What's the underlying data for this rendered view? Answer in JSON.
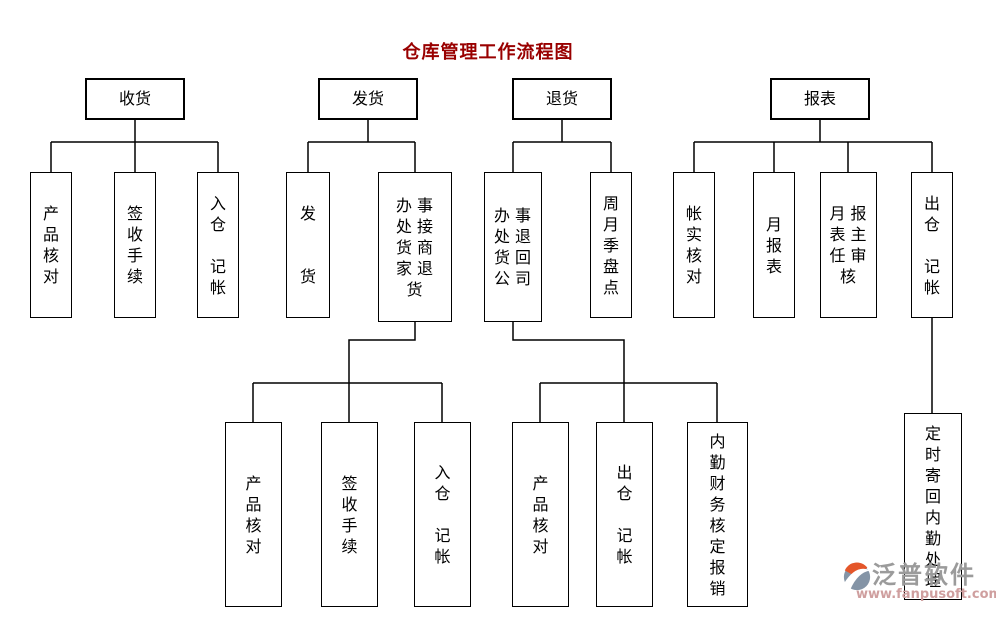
{
  "title": "仓库管理工作流程图",
  "title_color": "#990000",
  "line_color": "#000000",
  "nodes": {
    "receiving": {
      "text": "收货",
      "label": "收货"
    },
    "shipping": {
      "text": "发货",
      "label": "发货"
    },
    "returns": {
      "text": "退货",
      "label": "退货"
    },
    "reports": {
      "text": "报表",
      "label": "报表"
    },
    "rcv_product_check": {
      "text": "产品核对",
      "label": "产\n品\n核\n对"
    },
    "rcv_sign_procedure": {
      "text": "签收手续",
      "label": "签\n收\n手\n续"
    },
    "rcv_warehouse_in": {
      "text": "入仓 记帐",
      "label": "入\n仓\n\n记\n帐"
    },
    "shp_ship_goods": {
      "text": "发 货",
      "label": "发\n\n\n货"
    },
    "shp_office_merchant_returns": {
      "text": "办事处接货商家退货",
      "label": "办事\n处接\n货商\n家退\n货"
    },
    "ret_office_return_company": {
      "text": "办事处退货回公司",
      "label": "办事\n处退\n货回\n公司"
    },
    "ret_stocktake": {
      "text": "周月季盘点",
      "label": "周\n月\n季\n盘\n点"
    },
    "rpt_account_check": {
      "text": "帐实核对",
      "label": "帐\n实\n核\n对"
    },
    "rpt_monthly_report": {
      "text": "月报表",
      "label": "月\n报\n表"
    },
    "rpt_supervisor_review": {
      "text": "月报表主任审核",
      "label": "月报\n表主\n任审\n核"
    },
    "rpt_warehouse_out": {
      "text": "出仓 记帐",
      "label": "出\n仓\n\n记\n帐"
    },
    "shp2_product_check": {
      "text": "产品核对",
      "label": "产\n品\n核\n对"
    },
    "shp2_sign_procedure": {
      "text": "签收手续",
      "label": "签\n收\n手\n续"
    },
    "shp2_warehouse_in": {
      "text": "入仓 记帐",
      "label": "入\n仓\n\n记\n帐"
    },
    "ret2_product_check": {
      "text": "产品核对",
      "label": "产\n品\n核\n对"
    },
    "ret2_warehouse_out": {
      "text": "出仓 记帐",
      "label": "出\n仓\n\n记\n帐"
    },
    "ret2_finance_reimburse": {
      "text": "内勤财务核定报销",
      "label": "内\n勤\n财\n务\n核\n定\n报\n销"
    },
    "rpt2_mail_back_office": {
      "text": "定时寄回内勤处理",
      "label": "定\n时\n寄\n回\n内\n勤\n处\n理"
    }
  },
  "hierarchy": {
    "收货": [
      "产品核对",
      "签收手续",
      "入仓 记帐"
    ],
    "发货": [
      "发 货",
      "办事处接货商家退货"
    ],
    "办事处接货商家退货": [
      "产品核对",
      "签收手续",
      "入仓 记帐"
    ],
    "退货": [
      "办事处退货回公司",
      "周月季盘点"
    ],
    "办事处退货回公司": [
      "产品核对",
      "出仓 记帐",
      "内勤财务核定报销"
    ],
    "报表": [
      "帐实核对",
      "月报表",
      "月报表主任审核",
      "出仓 记帐"
    ],
    "出仓 记帐": [
      "定时寄回内勤处理"
    ]
  },
  "watermark": {
    "brand": "泛普软件",
    "url": "www.fanpusoft.com",
    "brand_color": "#9b9b9b",
    "url_color": "#cf9f9f",
    "logo_swoosh_color": "#e4562a",
    "logo_globe_color": "#8494a6"
  }
}
